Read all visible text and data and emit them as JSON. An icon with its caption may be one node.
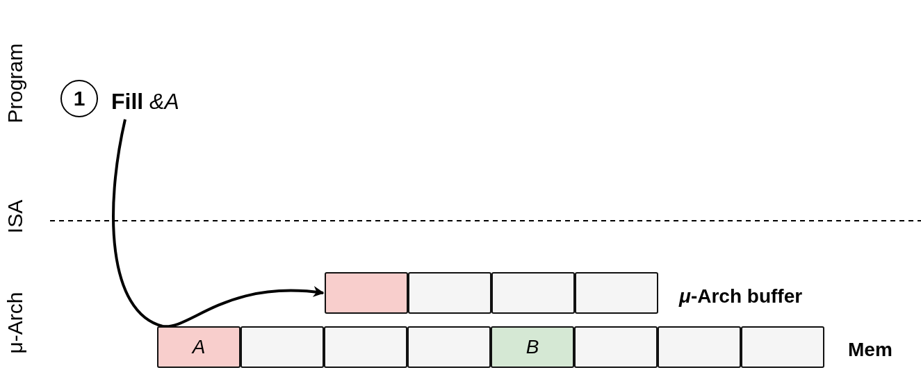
{
  "diagram": {
    "nodes": [
      {
        "text": [
          "**Fill** *&A*"
        ]
      },
      {
        "text": [],
        "shape": "box"
      },
      {
        "text": [],
        "shape": "box"
      },
      {
        "text": [],
        "shape": "box"
      },
      {
        "text": [],
        "shape": "box"
      },
      {
        "text": [
          "A"
        ]
      },
      {
        "text": [],
        "shape": "box"
      },
      {
        "text": [],
        "shape": "box"
      },
      {
        "text": [],
        "shape": "box"
      },
      {
        "text": [
          "B"
        ]
      },
      {
        "text": [],
        "shape": "box"
      },
      {
        "text": [],
        "shape": "box"
      },
      {
        "text": [],
        "shape": "box"
      }
    ],
    "edges": [
      {
        "from": 0,
        "to": 5,
        "arrow": "none"
      },
      {
        "from": 5,
        "to": 1,
        "arrow": "to"
      }
    ],
    "labels": [
      "Program",
      "1",
      "ISA",
      "μ-Arch",
      "μ-Arch buffer",
      "Mem"
    ]
  }
}
